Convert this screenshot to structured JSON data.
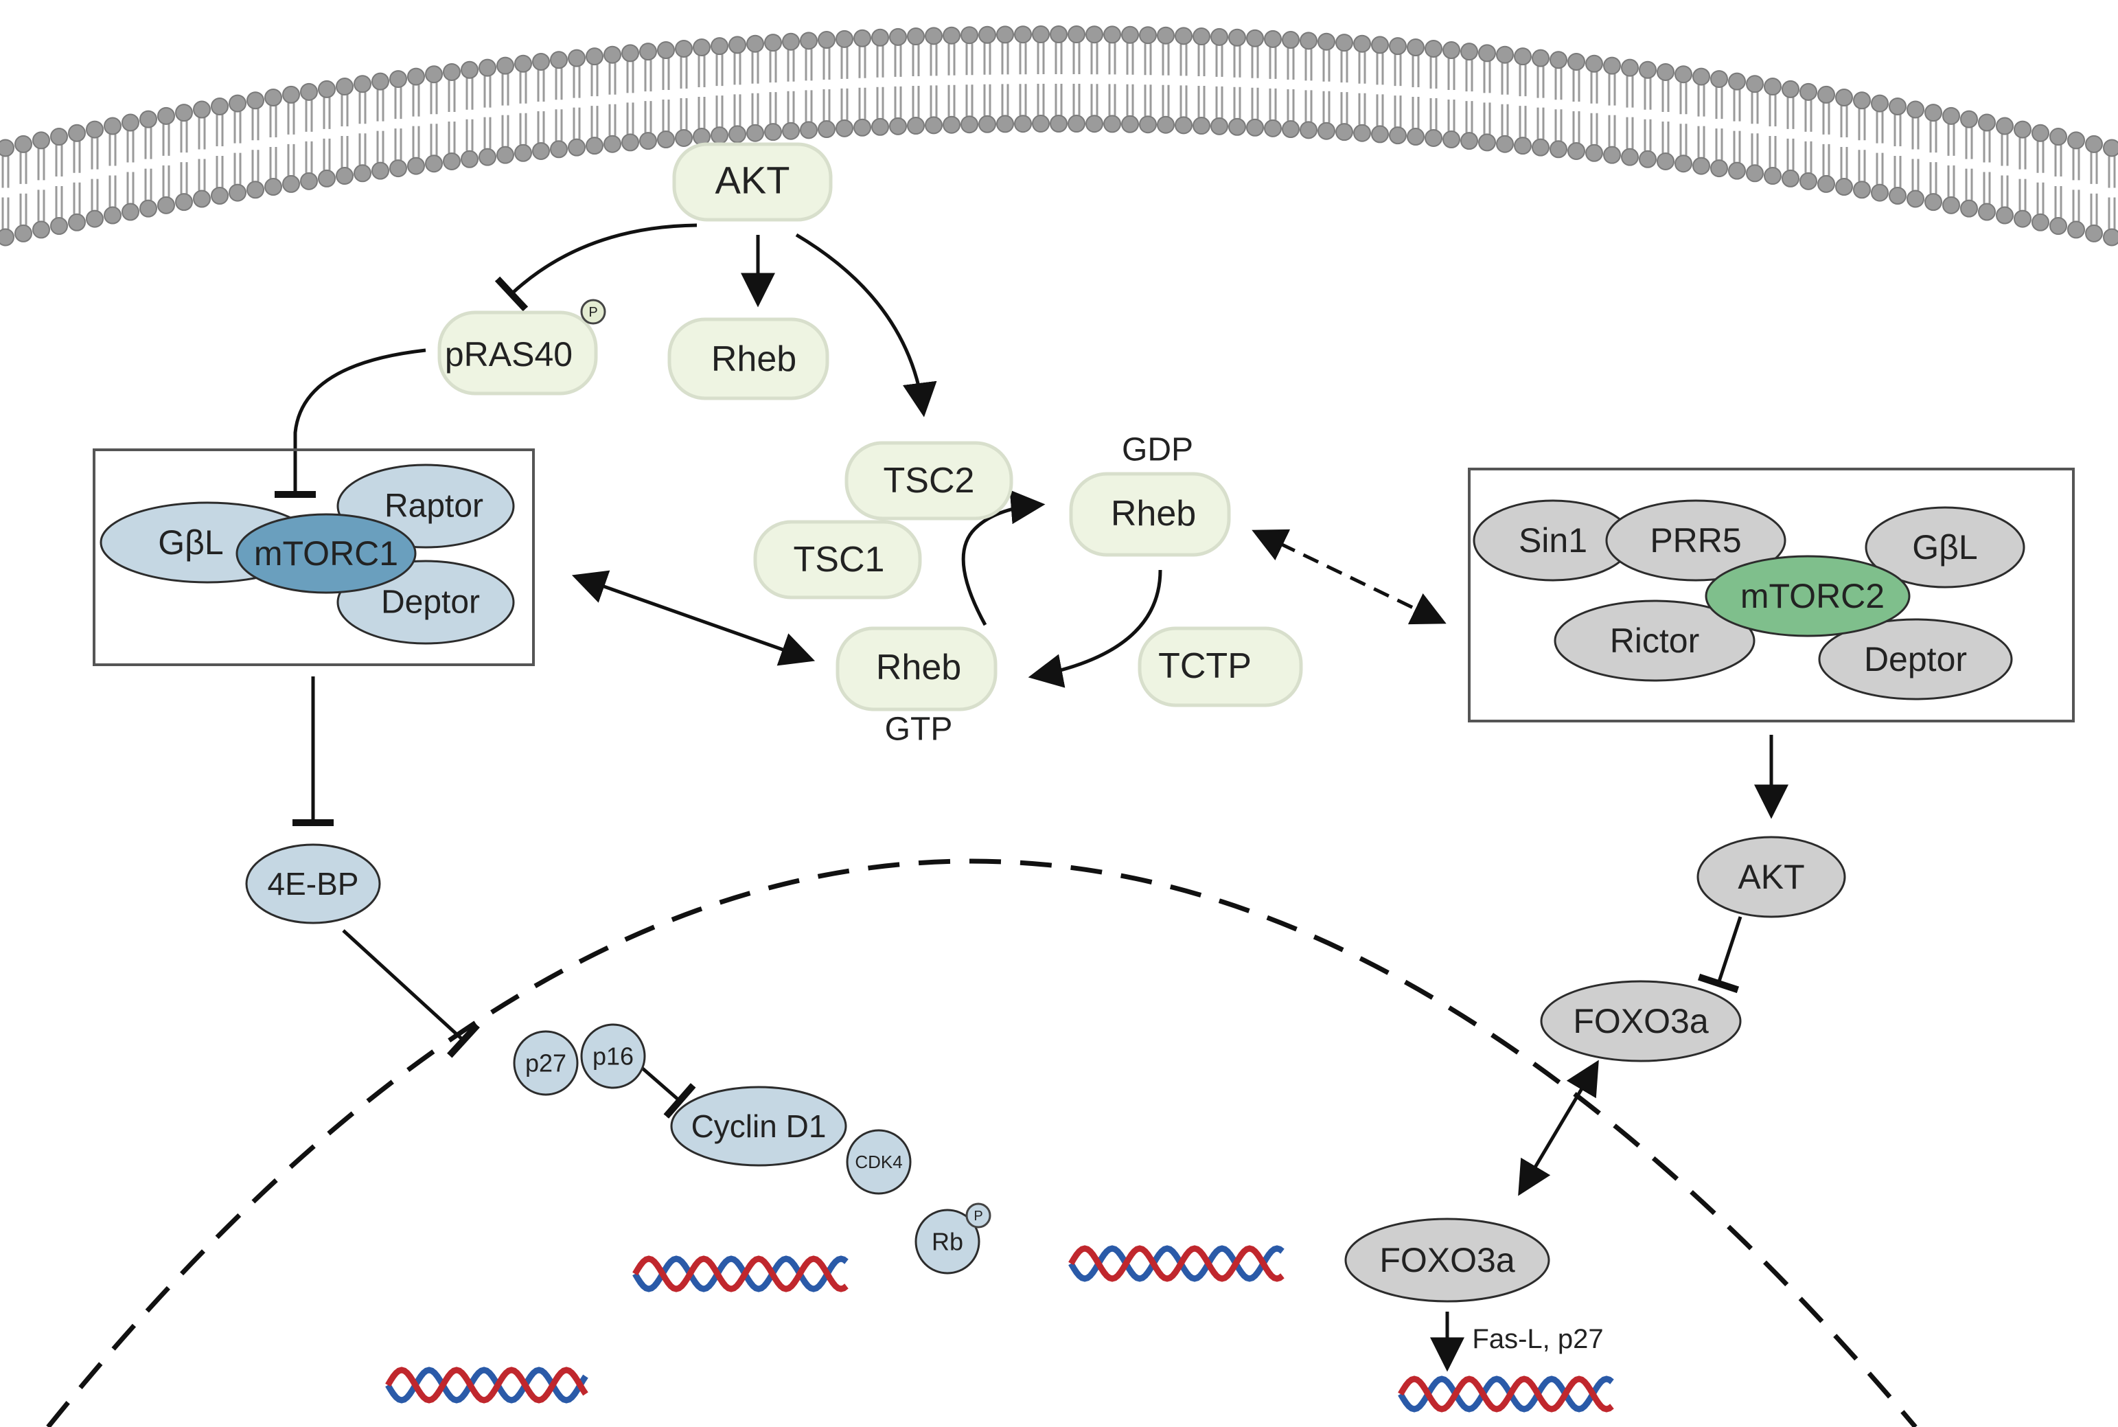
{
  "nodes": {
    "akt_top": "AKT",
    "pras40": "pRAS40",
    "rheb_top": "Rheb",
    "tsc2": "TSC2",
    "tsc1": "TSC1",
    "gdp_label": "GDP",
    "rheb_gdp": "Rheb",
    "rheb_gtp": "Rheb",
    "gtp_label": "GTP",
    "tctp": "TCTP",
    "mtorc1_gbl": "GβL",
    "mtorc1": "mTORC1",
    "mtorc1_raptor": "Raptor",
    "mtorc1_deptor": "Deptor",
    "mtorc2_sin1": "Sin1",
    "mtorc2_prr5": "PRR5",
    "mtorc2_gbl": "GβL",
    "mtorc2": "mTORC2",
    "mtorc2_rictor": "Rictor",
    "mtorc2_deptor": "Deptor",
    "fourebp": "4E-BP",
    "p27": "p27",
    "p16": "p16",
    "cyclin_d1": "Cyclin D1",
    "cdk4": "CDK4",
    "rb": "Rb",
    "akt_right": "AKT",
    "foxo3a_cyto": "FOXO3a",
    "foxo3a_nuc": "FOXO3a",
    "fasl_label": "Fas-L, p27",
    "phospho_mark": "P"
  },
  "colors": {
    "green_fill": "#eef4e2",
    "blue_fill": "#c5d7e3",
    "mtorc1_fill": "#6a9fbe",
    "gray_fill": "#cfcfcf",
    "mtorc2_fill": "#7fbf8c",
    "dna_red": "#c0272d",
    "dna_blue": "#2a5aa8"
  }
}
